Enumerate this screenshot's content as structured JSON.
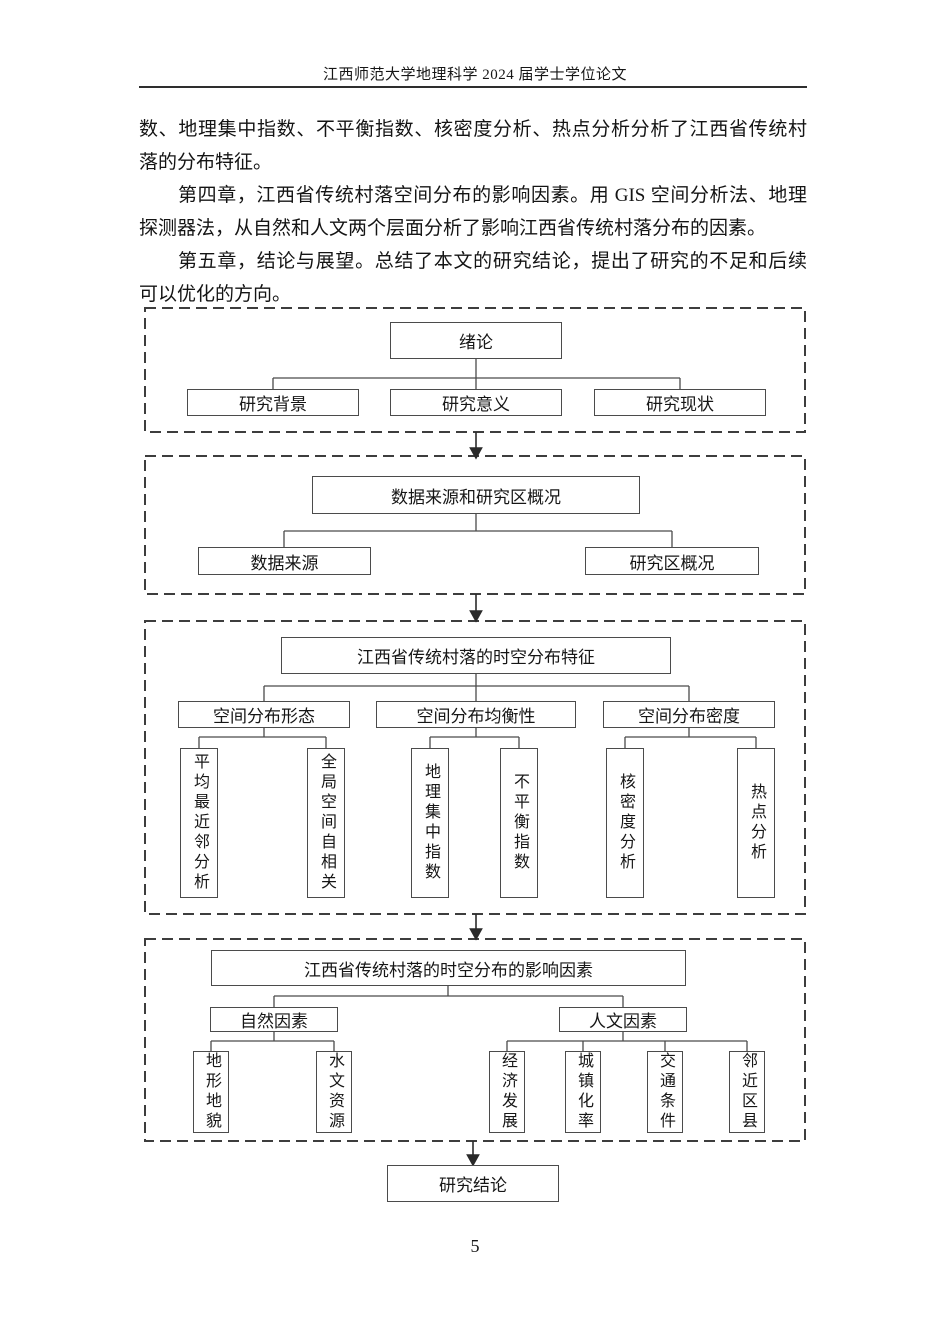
{
  "header": {
    "title": "江西师范大学地理科学 2024 届学士学位论文"
  },
  "body": {
    "lines": [
      "数、地理集中指数、不平衡指数、核密度分析、热点分析分析了江西省传统村",
      "落的分布特征。",
      "第四章，江西省传统村落空间分布的影响因素。用 GIS 空间分析法、地理",
      "探测器法，从自然和人文两个层面分析了影响江西省传统村落分布的因素。",
      "第五章，结论与展望。总结了本文的研究结论，提出了研究的不足和后续",
      "可以优化的方向。"
    ]
  },
  "flowchart": {
    "section1": {
      "root": "绪论",
      "children": [
        "研究背景",
        "研究意义",
        "研究现状"
      ]
    },
    "section2": {
      "root": "数据来源和研究区概况",
      "children": [
        "数据来源",
        "研究区概况"
      ]
    },
    "section3": {
      "root": "江西省传统村落的时空分布特征",
      "children": [
        "空间分布形态",
        "空间分布均衡性",
        "空间分布密度"
      ],
      "leaves": [
        "平均最近邻分析",
        "全局空间自相关",
        "地理集中指数",
        "不平衡指数",
        "核密度分析",
        "热点分析"
      ]
    },
    "section4": {
      "root": "江西省传统村落的时空分布的影响因素",
      "children": [
        "自然因素",
        "人文因素"
      ],
      "leaves": [
        "地形地貌",
        "水文资源",
        "经济发展",
        "城镇化率",
        "交通条件",
        "邻近区县"
      ]
    },
    "conclusion": "研究结论"
  },
  "footer": {
    "page_number": "5"
  },
  "colors": {
    "background": "#ffffff",
    "text": "#161616",
    "connector_line": "#4a4a4a",
    "dashed_border": "#3d3d3d",
    "arrow": "#2a2a2a"
  }
}
